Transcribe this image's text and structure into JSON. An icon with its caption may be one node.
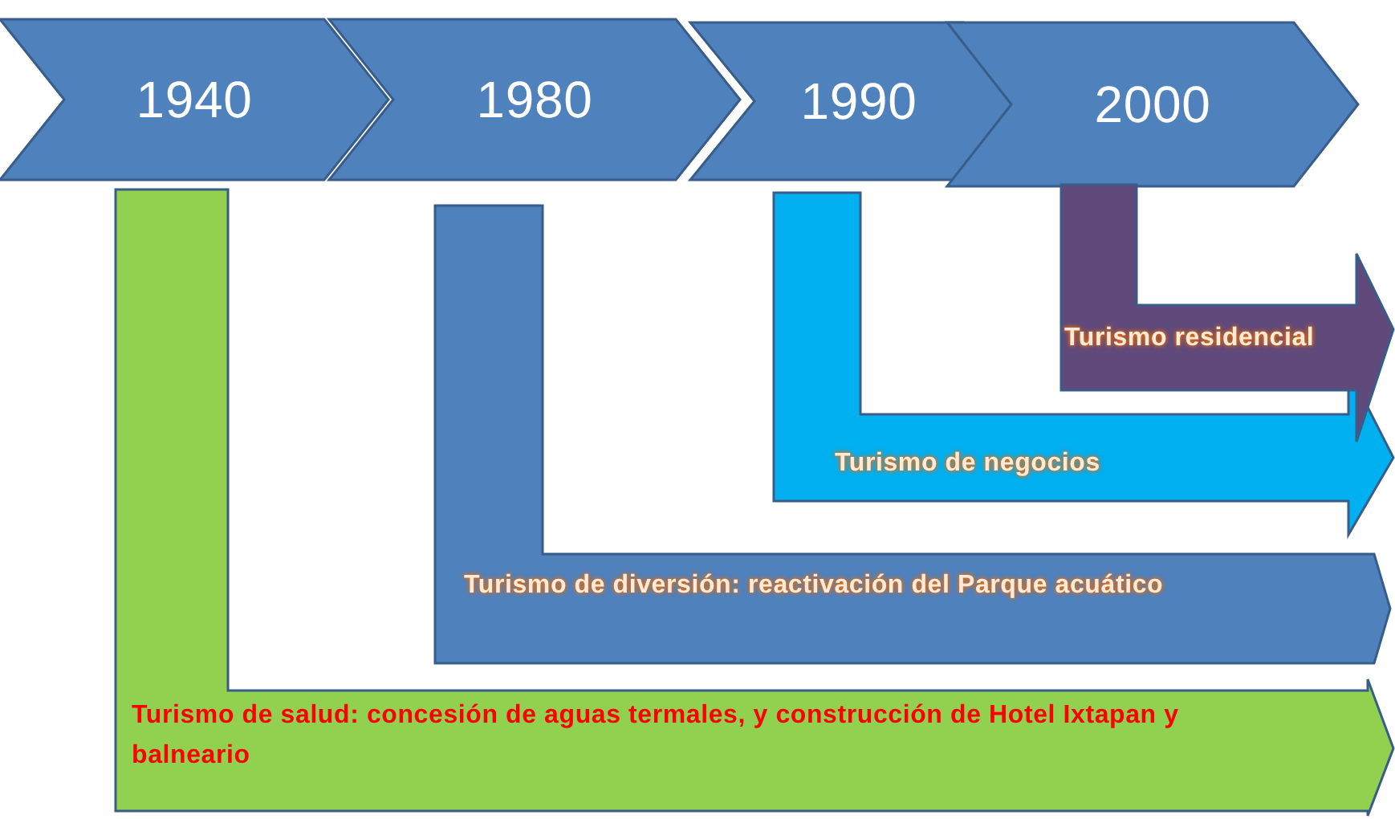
{
  "diagram": {
    "nodes": [
      {
        "text": [
          "1940"
        ]
      },
      {
        "text": [
          "1980"
        ]
      },
      {
        "text": [
          "1990"
        ]
      },
      {
        "text": [
          "2000"
        ]
      },
      {
        "text": [
          "Turismo residencial"
        ]
      },
      {
        "text": [
          "Turismo de negocios"
        ]
      },
      {
        "text": [
          "Turismo de diversión: reactivación del Parque acuático"
        ]
      },
      {
        "text": [
          "Turismo de salud: concesión de aguas termales, y construcción de Hotel Ixtapan y balneario"
        ]
      }
    ]
  }
}
